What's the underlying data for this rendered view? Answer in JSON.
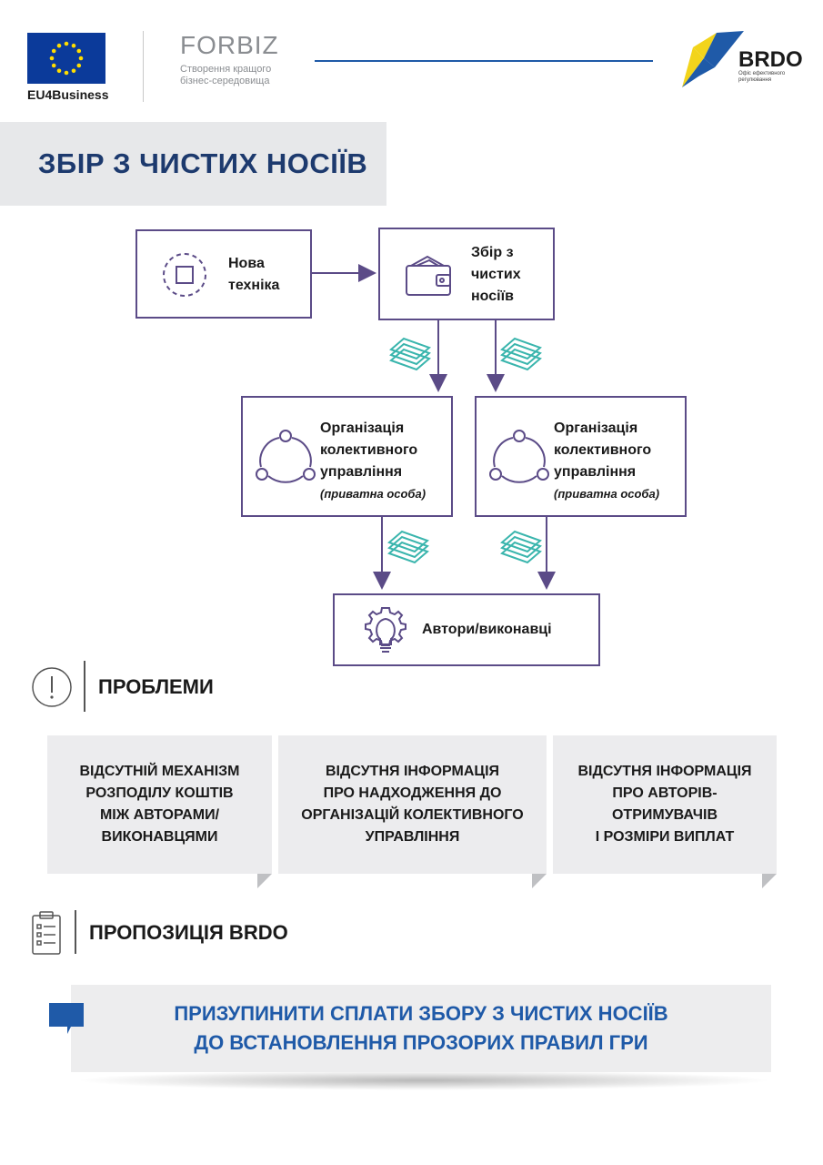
{
  "header": {
    "eu_label": "EU4Business",
    "forbiz_title": "FORBIZ",
    "forbiz_subtitle_line1": "Створення кращого",
    "forbiz_subtitle_line2": "бізнес-середовища",
    "brdo_title": "BRDO",
    "brdo_subtitle_line1": "Офіс ефективного",
    "brdo_subtitle_line2": "регулювання"
  },
  "title": "ЗБІР З ЧИСТИХ НОСІЇВ",
  "diagram": {
    "new_tech": [
      "Нова",
      "техніка"
    ],
    "levy": [
      "Збір з",
      "чистих",
      "носіїв"
    ],
    "org_left": [
      "Організація",
      "колективного",
      "управління"
    ],
    "org_left_note": "(приватна особа)",
    "org_right": [
      "Організація",
      "колективного",
      "управління"
    ],
    "org_right_note": "(приватна особа)",
    "authors": "Автори/виконавці"
  },
  "problems": {
    "title": "ПРОБЛЕМИ",
    "items": [
      [
        "ВІДСУТНІЙ МЕХАНІЗМ",
        "РОЗПОДІЛУ КОШТІВ",
        "МІЖ АВТОРАМИ/",
        "ВИКОНАВЦЯМИ"
      ],
      [
        "ВІДСУТНЯ ІНФОРМАЦІЯ",
        "ПРО НАДХОДЖЕННЯ ДО",
        "ОРГАНІЗАЦІЙ КОЛЕКТИВНОГО",
        "УПРАВЛІННЯ"
      ],
      [
        "ВІДСУТНЯ ІНФОРМАЦІЯ",
        "ПРО АВТОРІВ-",
        "ОТРИМУВАЧІВ",
        "І РОЗМІРИ ВИПЛАТ"
      ]
    ]
  },
  "proposal": {
    "title": "ПРОПОЗИЦІЯ BRDO",
    "line1": "ПРИЗУПИНИТИ СПЛАТИ ЗБОРУ З ЧИСТИХ НОСІЇВ",
    "line2": "ДО ВСТАНОВЛЕННЯ ПРОЗОРИХ ПРАВИЛ ГРИ"
  },
  "colors": {
    "navy": "#1d3a6e",
    "purple": "#5b4b87",
    "blue": "#1f5aa8",
    "teal": "#3ab5ad",
    "grey_band": "#e7e8ea"
  }
}
